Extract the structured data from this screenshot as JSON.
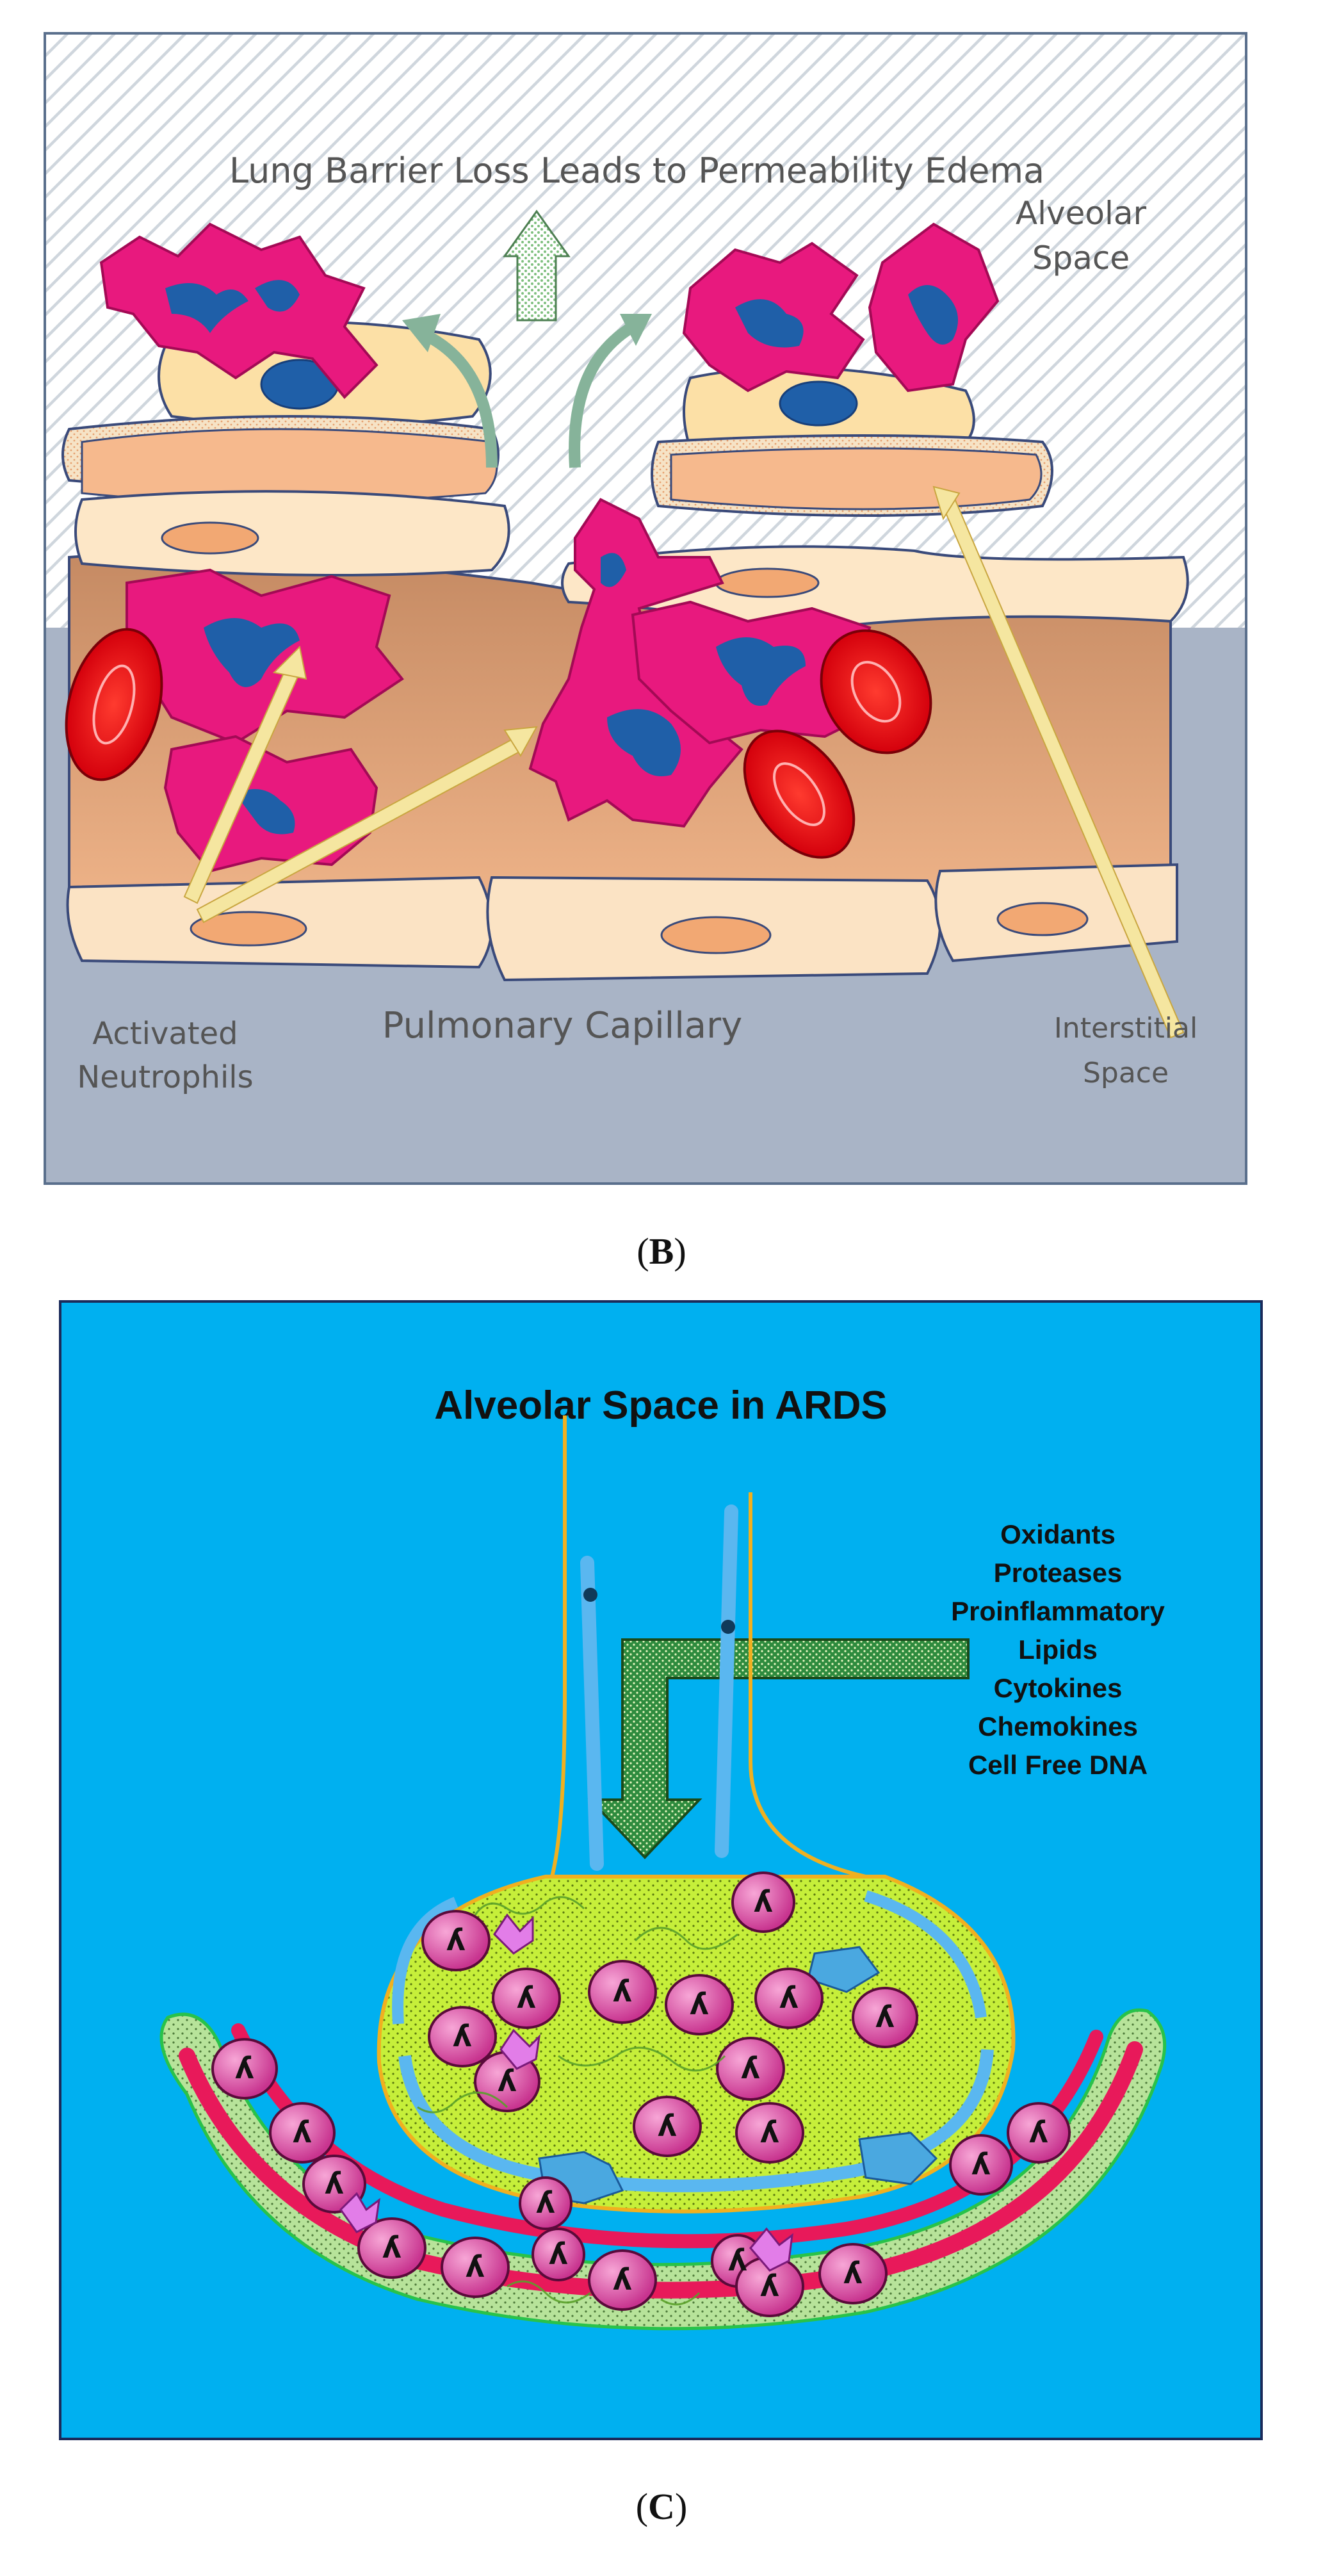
{
  "panel_b": {
    "title": "Lung Barrier Loss Leads to Permeability Edema",
    "label_alveolar_space_1": "Alveolar",
    "label_alveolar_space_2": "Space",
    "label_neutrophils_1": "Activated",
    "label_neutrophils_2": "Neutrophils",
    "label_capillary": "Pulmonary Capillary",
    "label_interstitial_1": "Interstitial",
    "label_interstitial_2": "Space",
    "caption_open": "(",
    "caption_letter": "B",
    "caption_close": ")"
  },
  "panel_c": {
    "title": "Alveolar Space in ARDS",
    "mediators": [
      "Oxidants",
      "Proteases",
      "Proinflammatory",
      "Lipids",
      "Cytokines",
      "Chemokines",
      "Cell Free DNA"
    ],
    "caption_open": "(",
    "caption_letter": "C",
    "caption_close": ")"
  },
  "colors": {
    "alveolar_bg": "#ffffff",
    "capillary_bg": "#a9b4c6",
    "interstitium": "#d9a07a",
    "neutrophil": "#e8197e",
    "nucleus": "#1f5fa8",
    "rbc": "#e8141c",
    "panel_c_bg": "#00b0f0",
    "edema_fluid": "#b5e61d",
    "endothelium": "#e8195a"
  }
}
